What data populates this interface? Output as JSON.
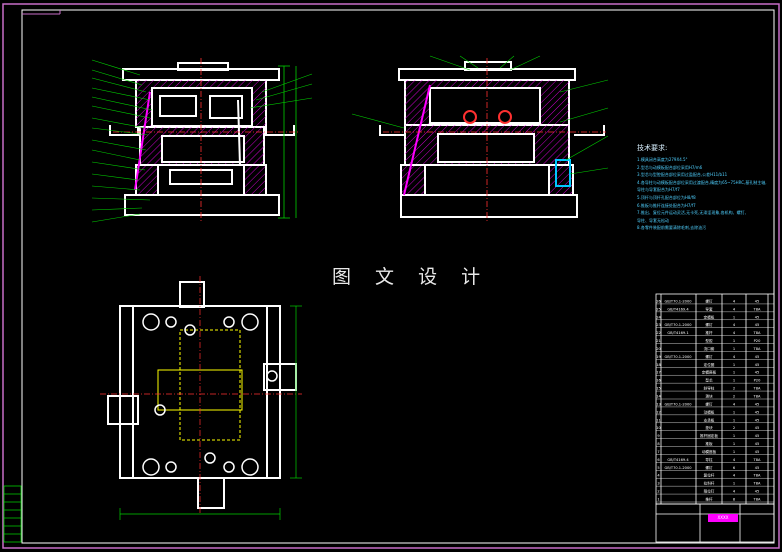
{
  "watermark": "图 文 设 计",
  "tech_requirements": {
    "title": "技术要求:",
    "lines": [
      "1.模具闭合高度为279X4.5°",
      "2.型芯与动模板配合部位采用H7/m6",
      "3.型芯与型腔配合部位采用过盈配合,公差H11/b11",
      "4.各导柱与动模板配合部位采用过渡配合,精度为65~75HRC,基孔制主轴,",
      "  导柱与导套配合为H7/f7",
      "5.顶杆与顶杆孔配合部位为H8/f8",
      "6.推板与推杆连接处配合为H7/f7",
      "7.推出、复位元件运动灵活,无卡死,无滞涩现象,各机构、螺钉、",
      "  导柱、导套无松动",
      "8.各零件装配前需要清除毛刺,去除油污"
    ]
  },
  "bom": {
    "rows": [
      [
        "26",
        "GB/T70.1-2000",
        "螺钉",
        "4",
        "45"
      ],
      [
        "25",
        "GB/T4169.4",
        "导套",
        "4",
        "T8A"
      ],
      [
        "24",
        "",
        "定模板",
        "1",
        "45"
      ],
      [
        "23",
        "GB/T70.1-2000",
        "螺钉",
        "4",
        "45"
      ],
      [
        "22",
        "GB/T4169.1",
        "推杆",
        "4",
        "T8A"
      ],
      [
        "21",
        "",
        "型腔",
        "1",
        "P20"
      ],
      [
        "20",
        "",
        "浇口套",
        "1",
        "T8A"
      ],
      [
        "19",
        "GB/T70.1-2000",
        "螺钉",
        "4",
        "45"
      ],
      [
        "18",
        "",
        "定位圈",
        "1",
        "45"
      ],
      [
        "17",
        "",
        "定模座板",
        "1",
        "45"
      ],
      [
        "16",
        "",
        "型芯",
        "1",
        "P20"
      ],
      [
        "15",
        "",
        "斜导柱",
        "2",
        "T8A"
      ],
      [
        "14",
        "",
        "滑块",
        "2",
        "T8A"
      ],
      [
        "13",
        "GB/T70.1-2000",
        "螺钉",
        "4",
        "45"
      ],
      [
        "12",
        "",
        "动模板",
        "1",
        "45"
      ],
      [
        "11",
        "",
        "支承板",
        "1",
        "45"
      ],
      [
        "10",
        "",
        "垫块",
        "2",
        "45"
      ],
      [
        "9",
        "",
        "推杆固定板",
        "1",
        "45"
      ],
      [
        "8",
        "",
        "推板",
        "1",
        "45"
      ],
      [
        "7",
        "",
        "动模座板",
        "1",
        "45"
      ],
      [
        "6",
        "GB/T4169.4",
        "导柱",
        "4",
        "T8A"
      ],
      [
        "5",
        "GB/T70.1-2000",
        "螺钉",
        "6",
        "45"
      ],
      [
        "4",
        "",
        "复位杆",
        "4",
        "T8A"
      ],
      [
        "3",
        "",
        "拉料杆",
        "1",
        "T8A"
      ],
      [
        "2",
        "",
        "限位钉",
        "4",
        "45"
      ],
      [
        "1",
        "",
        "推杆",
        "8",
        "T8A"
      ]
    ]
  },
  "title_block": {
    "company": "XXXX"
  },
  "colors": {
    "frame": "#c86ec8",
    "outline": "#ffffff",
    "hatch": "#ff00ff",
    "dim": "#00d000",
    "hidden": "#ffff00",
    "center": "#ff3030",
    "cyan": "#00c8ff"
  }
}
